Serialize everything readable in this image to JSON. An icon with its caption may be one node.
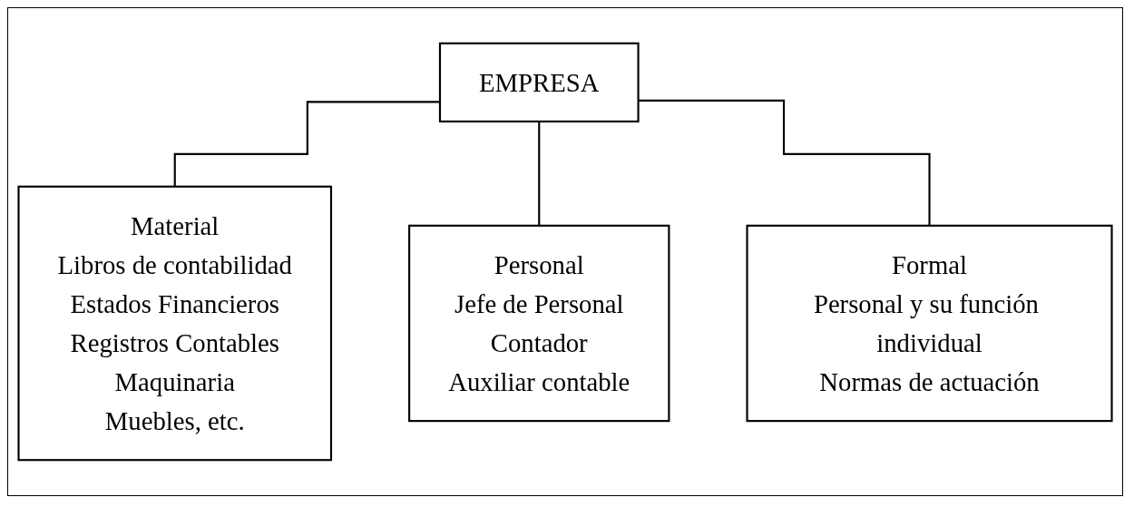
{
  "diagram": {
    "nodes": [
      {
        "text": [
          "EMPRESA"
        ]
      },
      {
        "text": [
          "Material",
          "Libros de contabilidad",
          "Estados Financieros",
          "Registros Contables",
          "Maquinaria",
          "Muebles, etc."
        ]
      },
      {
        "text": [
          "Personal",
          "Jefe de Personal",
          "Contador",
          "Auxiliar contable"
        ]
      },
      {
        "text": [
          "Formal",
          "Personal y su función individual",
          "Normas de actuación"
        ]
      }
    ],
    "edges": [
      {
        "from": 0,
        "to": 1,
        "arrow": "none"
      },
      {
        "from": 0,
        "to": 2,
        "arrow": "none"
      },
      {
        "from": 0,
        "to": 3,
        "arrow": "none"
      }
    ]
  }
}
